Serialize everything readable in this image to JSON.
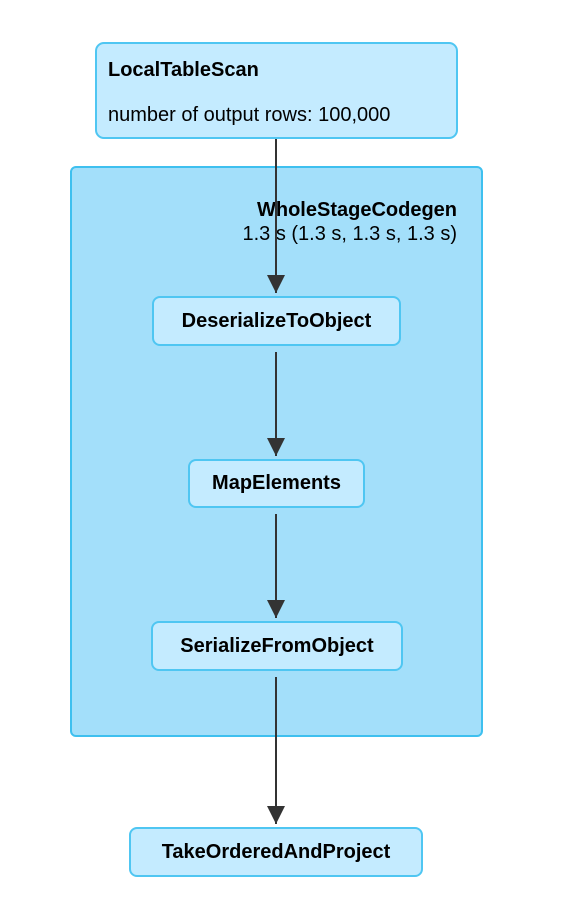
{
  "nodes": {
    "local_table_scan": {
      "title": "LocalTableScan",
      "metric": "number of output rows: 100,000"
    },
    "whole_stage_codegen": {
      "title": "WholeStageCodegen",
      "duration": "1.3 s (1.3 s, 1.3 s, 1.3 s)"
    },
    "deserialize_to_object": {
      "title": "DeserializeToObject"
    },
    "map_elements": {
      "title": "MapElements"
    },
    "serialize_from_object": {
      "title": "SerializeFromObject"
    },
    "take_ordered_and_project": {
      "title": "TakeOrderedAndProject"
    }
  },
  "edges": [
    [
      "LocalTableScan",
      "DeserializeToObject"
    ],
    [
      "DeserializeToObject",
      "MapElements"
    ],
    [
      "MapElements",
      "SerializeFromObject"
    ],
    [
      "SerializeFromObject",
      "TakeOrderedAndProject"
    ]
  ]
}
